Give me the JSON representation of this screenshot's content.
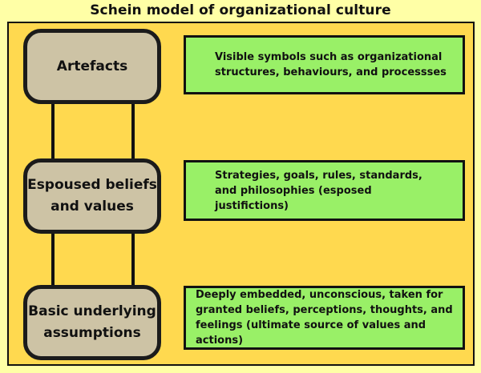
{
  "title": "Schein model of organizational culture",
  "levels": [
    {
      "label": "Artefacts",
      "description": "Visible symbols such as organizational structures, behaviours, and processses"
    },
    {
      "label": "Espoused beliefs and values",
      "description": "Strategies, goals, rules, standards, and philosophies (esposed justifictions)"
    },
    {
      "label": "Basic underlying assumptions",
      "description": "Deeply embedded, unconscious, taken for granted beliefs, perceptions, thoughts, and feelings (ultimate source of values and actions)"
    }
  ],
  "colors": {
    "background": "#ffffa6",
    "panel": "#ffd94f",
    "level_box": "#cdc3a5",
    "description_box": "#99f067",
    "outline": "#111111"
  }
}
